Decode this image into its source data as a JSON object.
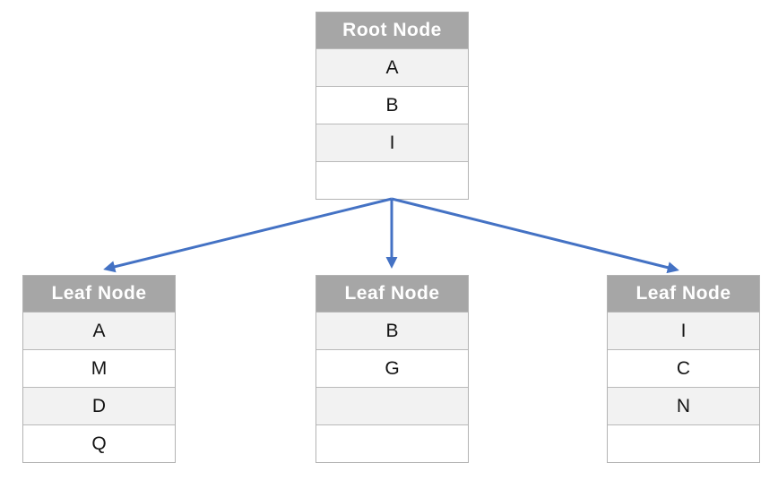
{
  "diagram": {
    "root": {
      "title": "Root Node",
      "cells": [
        "A",
        "B",
        "I",
        ""
      ]
    },
    "leaves": [
      {
        "title": "Leaf Node",
        "cells": [
          "A",
          "M",
          "D",
          "Q"
        ]
      },
      {
        "title": "Leaf Node",
        "cells": [
          "B",
          "G",
          "",
          ""
        ]
      },
      {
        "title": "Leaf Node",
        "cells": [
          "I",
          "C",
          "N",
          ""
        ]
      }
    ],
    "colors": {
      "header_bg": "#a6a6a6",
      "header_text": "#ffffff",
      "row_alt_bg": "#f2f2f2",
      "row_bg": "#ffffff",
      "border": "#b3b3b3",
      "arrow": "#4472c4",
      "cell_text": "#141414"
    }
  }
}
